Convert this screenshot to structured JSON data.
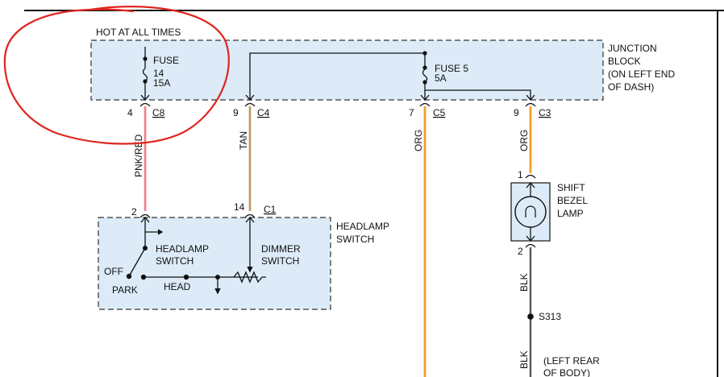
{
  "colors": {
    "junction_fill": "#dcebf7",
    "box_border": "#333333",
    "wire_pnk_red": "#ef7f89",
    "wire_tan": "#b89a5a",
    "wire_org": "#f4a028",
    "wire_blk": "#555555",
    "annotation_circle": "#e0251f"
  },
  "junction_block": {
    "hot_label": "HOT AT ALL TIMES",
    "label_lines": [
      "JUNCTION",
      "BLOCK",
      "(ON LEFT END",
      "OF DASH)"
    ],
    "fuse_a": {
      "title": "FUSE",
      "number": "14",
      "rating": "15A"
    },
    "fuse_b": {
      "title": "FUSE 5",
      "rating": "5A"
    }
  },
  "terminals": [
    {
      "pin": "4",
      "connector": "C8"
    },
    {
      "pin": "9",
      "connector": "C4"
    },
    {
      "pin": "7",
      "connector": "C5"
    },
    {
      "pin": "9",
      "connector": "C3"
    }
  ],
  "wires": {
    "pnk_red": "PNK/RED",
    "tan": "TAN",
    "org_main": "ORG",
    "org_bezel": "ORG",
    "blk_upper": "BLK",
    "blk_lower": "BLK"
  },
  "headlamp_switch": {
    "title_lines": [
      "HEADLAMP",
      "SWITCH"
    ],
    "pin_pnk": "2",
    "pin_tan": "14",
    "connector": "C1",
    "headlamp_switch_lines": [
      "HEADLAMP",
      "SWITCH"
    ],
    "dimmer_switch_lines": [
      "DIMMER",
      "SWITCH"
    ],
    "pos_off": "OFF",
    "pos_park": "PARK",
    "pos_head": "HEAD"
  },
  "shift_bezel_lamp": {
    "label_lines": [
      "SHIFT",
      "BEZEL",
      "LAMP"
    ],
    "pin_top": "1",
    "pin_bottom": "2"
  },
  "splice": {
    "name": "S313",
    "location_lines": [
      "(LEFT REAR",
      "OF BODY)"
    ]
  }
}
